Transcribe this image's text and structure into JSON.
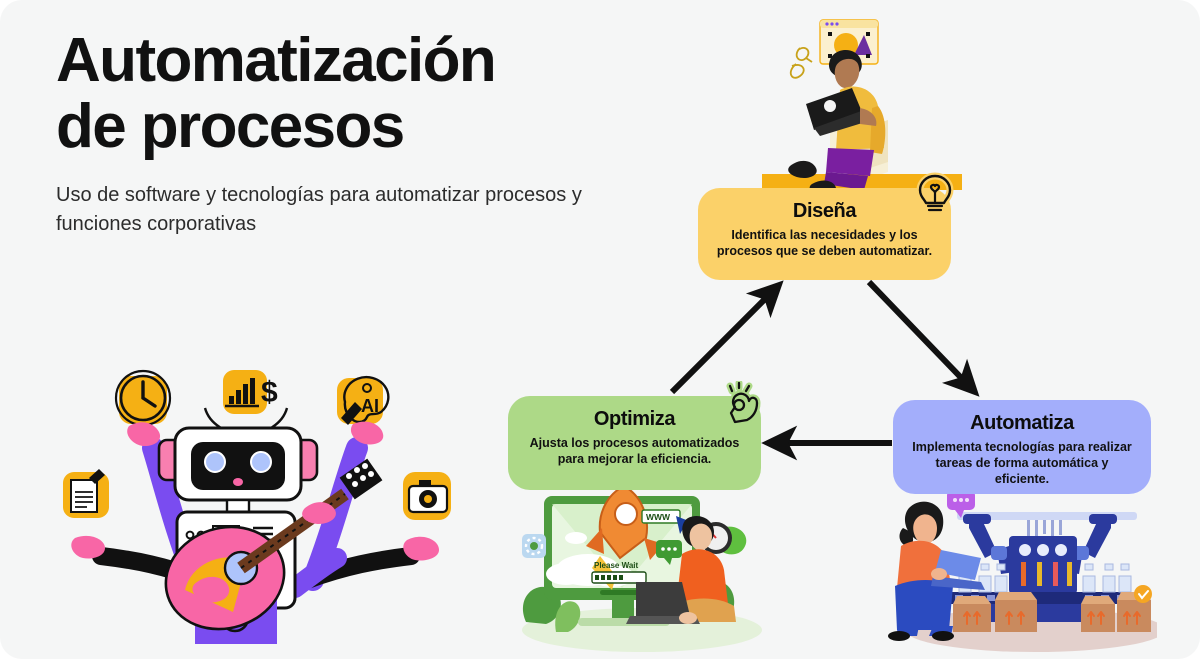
{
  "page": {
    "background_color": "#F5F6F6",
    "title_line1": "Automatización",
    "title_line2": "de procesos",
    "subtitle": "Uso de software y tecnologías para automatizar procesos y funciones corporativas"
  },
  "cards": [
    {
      "id": "disena",
      "title": "Diseña",
      "description": "Identifica las necesidades y los procesos que se deben automatizar.",
      "color": "#FBD169",
      "badge_icon": "lightbulb-icon"
    },
    {
      "id": "optimiza",
      "title": "Optimiza",
      "description": "Ajusta los procesos automatizados para mejorar la eficiencia.",
      "color": "#ADD987",
      "badge_icon": "ok-hand-icon"
    },
    {
      "id": "automatiza",
      "title": "Automatiza",
      "description": "Implementa tecnologías para realizar tareas de forma automática y eficiente.",
      "color": "#A3AEFB",
      "badge_icon": "chat-bubble-icon"
    }
  ],
  "arrows": [
    {
      "id": "optimiza-to-disena",
      "from": "Optimiza",
      "to": "Diseña",
      "direction": "up-right",
      "color": "#111111"
    },
    {
      "id": "disena-to-automatiza",
      "from": "Diseña",
      "to": "Automatiza",
      "direction": "down-right",
      "color": "#111111"
    },
    {
      "id": "automatiza-to-optimiza",
      "from": "Automatiza",
      "to": "Optimiza",
      "direction": "left",
      "color": "#111111"
    }
  ],
  "illustrations": [
    {
      "id": "robot",
      "name": "multitasking-robot-illustration",
      "description": "Robot con seis brazos tocando una guitarra rodeado de iconos",
      "floating_icons": [
        "chart-money-icon",
        "clock-icon",
        "ai-palette-icon",
        "document-pen-icon",
        "camera-icon"
      ]
    },
    {
      "id": "design",
      "name": "person-designing-illustration",
      "description": "Persona sentada en un cubo con laptop y ventana de diseño"
    },
    {
      "id": "optimize",
      "name": "rocket-launch-illustration",
      "description": "Monitor con cohete despegando y persona con laptop",
      "screen_labels": {
        "url_bar": "WWW",
        "loading_text": "Please Wait"
      }
    },
    {
      "id": "automate",
      "name": "factory-automation-illustration",
      "description": "Línea de producción con brazos robóticos, botellas y cajas"
    }
  ],
  "palette": {
    "yellow": "#FBD169",
    "green": "#ADD987",
    "blue": "#A3AEFB",
    "icon_yellow": "#F5B014",
    "purple": "#7A4CF0",
    "pink": "#F866A6",
    "ink": "#111111"
  }
}
